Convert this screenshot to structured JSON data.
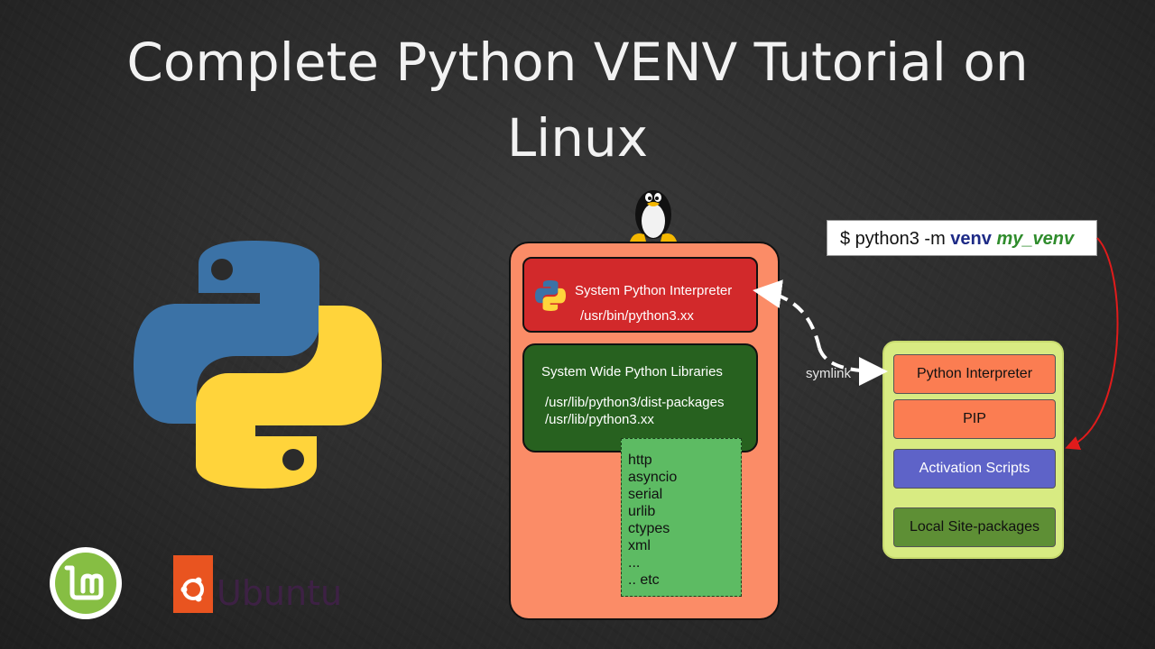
{
  "title": {
    "line1": "Complete Python VENV  Tutorial on",
    "line2": "Linux"
  },
  "system": {
    "interpreter_title": "System Python Interpreter",
    "interpreter_path": "/usr/bin/python3.xx",
    "libraries_title": "System Wide Python Libraries",
    "libraries_path1": "/usr/lib/python3/dist-packages",
    "libraries_path2": "/usr/lib/python3.xx",
    "modules": [
      "http",
      "asyncio",
      "serial",
      "urlib",
      "ctypes",
      "xml",
      "...",
      ".. etc"
    ]
  },
  "command": {
    "prefix": "$ python3 -m ",
    "venv": "venv",
    "name": "my_venv"
  },
  "venv": {
    "items": [
      "Python Interpreter",
      "PIP",
      "Activation Scripts",
      "Local Site-packages"
    ]
  },
  "symlink_label": "symlink",
  "logos": {
    "ubuntu_wordmark": "Ubuntu"
  },
  "colors": {
    "system_box": "#fb8c67",
    "interpreter_box": "#d2292b",
    "libraries_box": "#27611f",
    "modules_box": "#5dbb63",
    "venv_box": "#d8eb82",
    "activation_box": "#5e63c8",
    "site_packages_box": "#5e8f35",
    "arrow_red": "#e01b1b",
    "python_blue": "#3b72a6",
    "python_yellow": "#ffd43b",
    "mint_green": "#86be43",
    "ubuntu_orange": "#e95420"
  },
  "icons": [
    "python-logo-icon",
    "tux-penguin-icon",
    "linux-mint-logo-icon",
    "ubuntu-logo-icon"
  ]
}
